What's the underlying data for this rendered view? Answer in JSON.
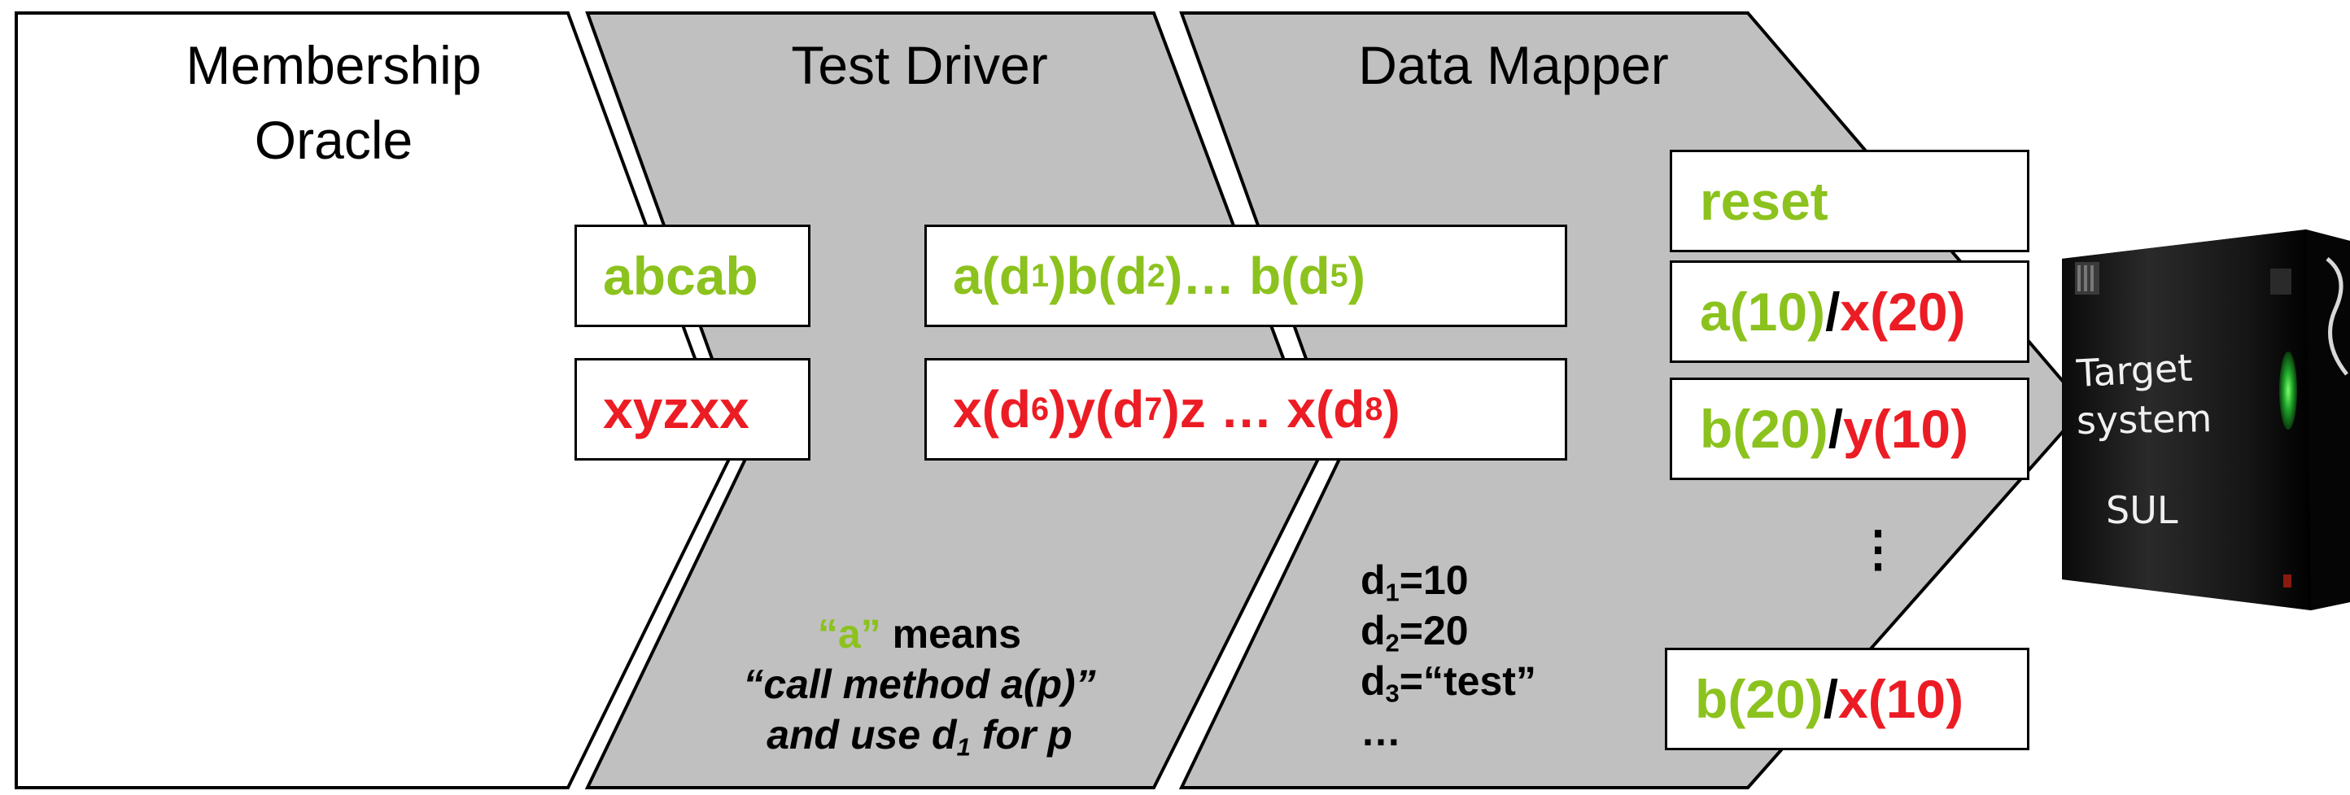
{
  "colors": {
    "green": "#8cc21e",
    "red": "#ec1c24",
    "gray": "#c0c0c0",
    "black": "#000000"
  },
  "columns": {
    "oracle": {
      "title_line1": "Membership",
      "title_line2": "Oracle"
    },
    "driver": {
      "title": "Test Driver"
    },
    "mapper": {
      "title": "Data Mapper"
    }
  },
  "oracle_words": {
    "input": "abcab",
    "output": "xyzxx"
  },
  "driver_words": {
    "input": {
      "a": "a(d",
      "s1": "1",
      "b": ")b(d",
      "s2": "2",
      "c": ")… b(d",
      "s5": "5",
      "d": ")"
    },
    "output": {
      "a": "x(d",
      "s6": "6",
      "b": ")y(d",
      "s7": "7",
      "c": ")z … x(d",
      "s8": "8",
      "d": ")"
    }
  },
  "driver_note": {
    "quoted": "“a”",
    "means": " means",
    "line2": "“call method a(p)”",
    "line3_a": "and use d",
    "line3_sub": "1",
    "line3_b": " for p"
  },
  "mapper_values": [
    {
      "d": "d",
      "sub": "1",
      "rest": "=10"
    },
    {
      "d": "d",
      "sub": "2",
      "rest": "=20"
    },
    {
      "d": "d",
      "sub": "3",
      "rest": "=“test”"
    },
    {
      "d": "…",
      "sub": "",
      "rest": ""
    }
  ],
  "concrete": {
    "reset": "reset",
    "row1": {
      "in": "a(10)",
      "sep": "/",
      "out": "x(20)"
    },
    "row2": {
      "in": "b(20)",
      "sep": "/",
      "out": "y(10)"
    },
    "ellipsis": "⋮",
    "row3": {
      "in": "b(20)",
      "sep": "/",
      "out": "x(10)"
    }
  },
  "sul": {
    "line1": "Target",
    "line2": "system",
    "line3": "SUL"
  }
}
